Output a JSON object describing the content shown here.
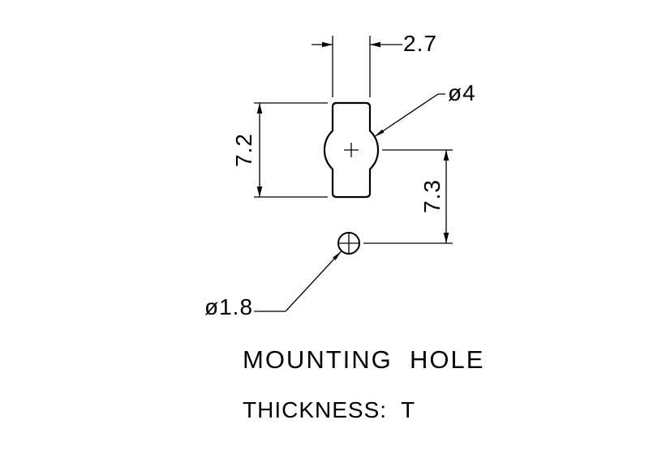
{
  "drawing": {
    "dim_width": "2.7",
    "dim_height": "7.2",
    "dim_offset": "7.3",
    "label_large_hole": "ø4",
    "label_small_hole": "ø1.8",
    "title": "MOUNTING  HOLE",
    "thickness_note": "THICKNESS:  T"
  },
  "colors": {
    "line": "#000000",
    "background": "#ffffff"
  }
}
